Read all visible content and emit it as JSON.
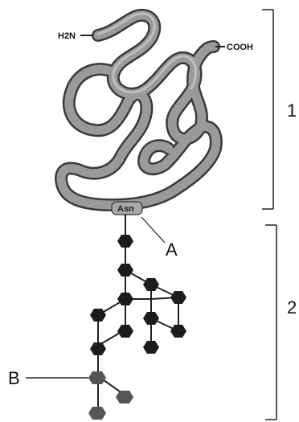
{
  "labels": {
    "amino_terminus": "H2N",
    "carboxyl_terminus": "COOH",
    "residue": "Asn",
    "pointer_a": "A",
    "pointer_b": "B",
    "region_1": "1",
    "region_2": "2"
  },
  "colors": {
    "protein_tube": "#8f8f8f",
    "protein_outline": "#3a3a3a",
    "sugar_dark": "#1c1c1c",
    "sugar_mid": "#555555",
    "line": "#222222"
  }
}
